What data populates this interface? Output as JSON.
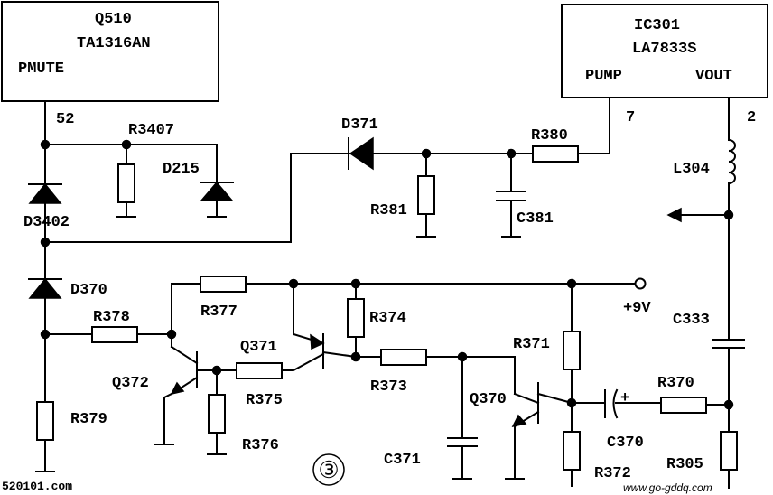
{
  "ics": {
    "q510": {
      "ref": "Q510",
      "part": "TA1316AN",
      "pin_name": "PMUTE",
      "pin_num": "52"
    },
    "ic301": {
      "ref": "IC301",
      "part": "LA7833S",
      "pin_pump": "PUMP",
      "pin_vout": "VOUT",
      "pin_pump_num": "7",
      "pin_vout_num": "2"
    }
  },
  "components": {
    "R3407": "R3407",
    "D215": "D215",
    "D3402": "D3402",
    "D371": "D371",
    "R380": "R380",
    "R381": "R381",
    "C381": "C381",
    "L304": "L304",
    "D370": "D370",
    "R377": "R377",
    "R374": "R374",
    "R378": "R378",
    "Q371": "Q371",
    "Q372": "Q372",
    "R375": "R375",
    "R373": "R373",
    "R371": "R371",
    "C333": "C333",
    "R370": "R370",
    "Q370": "Q370",
    "R376": "R376",
    "R379": "R379",
    "C371": "C371",
    "C370": "C370",
    "R372": "R372",
    "R305": "R305"
  },
  "supply": "+9V",
  "capacitor_polarity": "+",
  "figure_number": "③",
  "watermarks": {
    "left": "520101.com",
    "right": "www.go-gddq.com"
  }
}
